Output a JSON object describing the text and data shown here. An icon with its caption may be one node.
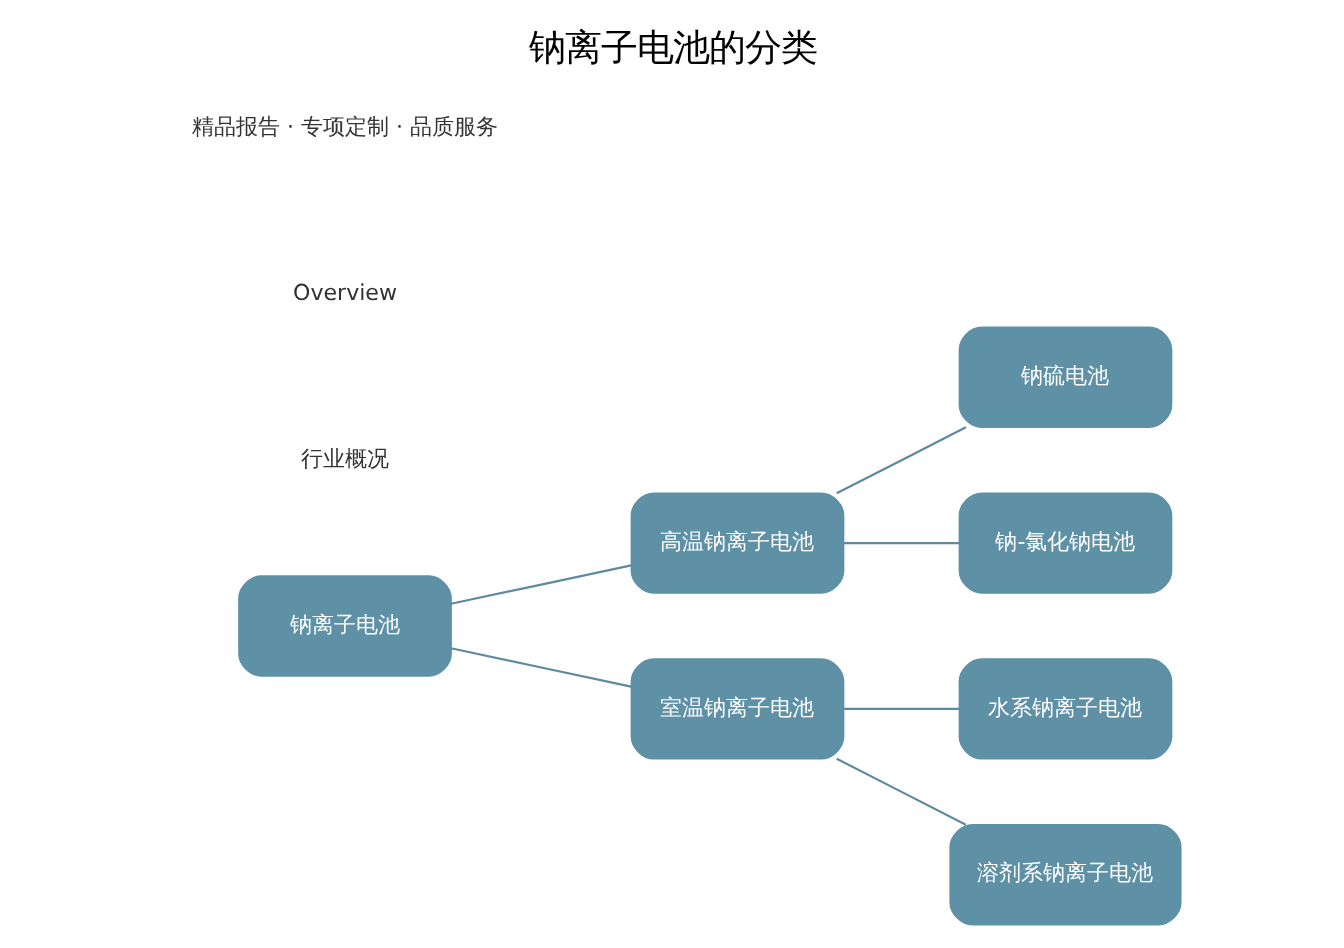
{
  "diagram": {
    "title": "钠离子电池的分类",
    "nodes": [
      {
        "text": [
          "钠离子电池"
        ]
      },
      {
        "text": [
          "高温钠离子电池"
        ]
      },
      {
        "text": [
          "室温钠离子电池"
        ]
      },
      {
        "text": [
          "钠硫电池"
        ]
      },
      {
        "text": [
          "钠-氯化钠电池"
        ]
      },
      {
        "text": [
          "水系钠离子电池"
        ]
      },
      {
        "text": [
          "溶剂系钠离子电池"
        ]
      }
    ],
    "edges": [
      {
        "from": 0,
        "to": 1,
        "arrow": "none"
      },
      {
        "from": 0,
        "to": 2,
        "arrow": "none"
      },
      {
        "from": 1,
        "to": 3,
        "arrow": "none"
      },
      {
        "from": 1,
        "to": 4,
        "arrow": "none"
      },
      {
        "from": 2,
        "to": 5,
        "arrow": "none"
      },
      {
        "from": 2,
        "to": 6,
        "arrow": "none"
      }
    ],
    "labels": [
      "行业概况",
      "Overview",
      "精品报告 · 专项定制 · 品质服务"
    ]
  }
}
